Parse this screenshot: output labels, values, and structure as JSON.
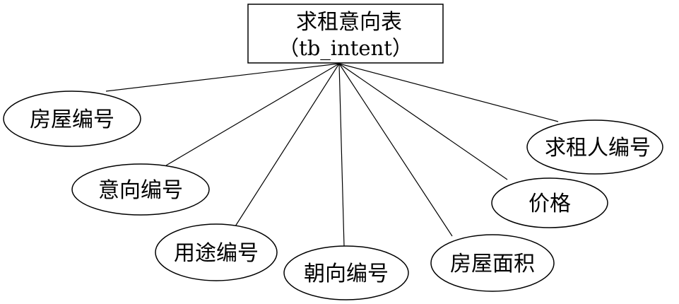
{
  "entity": {
    "title": "求租意向表",
    "subtitle": "（tb_intent）"
  },
  "attributes": [
    {
      "label": "房屋编号"
    },
    {
      "label": "意向编号"
    },
    {
      "label": "用途编号"
    },
    {
      "label": "朝向编号"
    },
    {
      "label": "房屋面积"
    },
    {
      "label": "价格"
    },
    {
      "label": "求租人编号"
    }
  ]
}
